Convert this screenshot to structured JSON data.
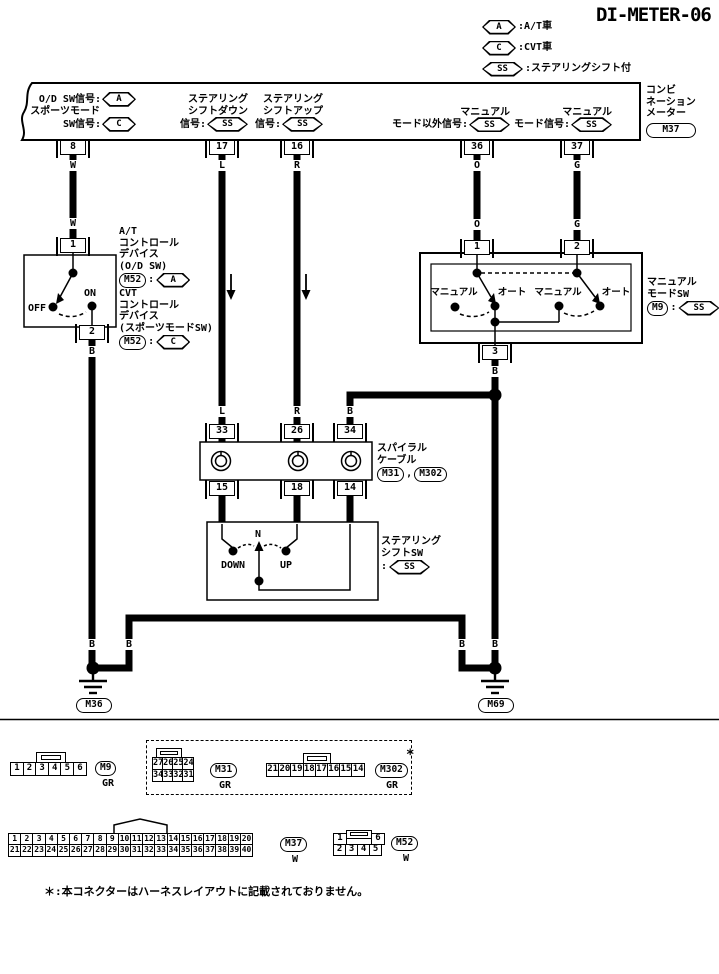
{
  "title": "DI-METER-06",
  "legend": {
    "items": [
      {
        "code": "A",
        "label": ":A/T車"
      },
      {
        "code": "C",
        "label": ":CVT車"
      },
      {
        "code": "SS",
        "label": ":ステアリングシフト付"
      }
    ]
  },
  "meter": {
    "name_lines": [
      "コンビ",
      "ネーション",
      "メーター"
    ],
    "connector_id": "M37",
    "sig1": {
      "l1": "O/D SW信号:",
      "code1": "A",
      "l2": "スポーツモード",
      "l3": "SW信号:",
      "code2": "C",
      "pin": "8"
    },
    "sig2": {
      "l1": "ステアリング",
      "l2": "シフトダウン",
      "l3": "信号:",
      "code": "SS",
      "pin": "17"
    },
    "sig3": {
      "l1": "ステアリング",
      "l2": "シフトアップ",
      "l3": "信号:",
      "code": "SS",
      "pin": "16"
    },
    "sig4": {
      "l1": "マニュアル",
      "l2": "モード以外信号:",
      "code": "SS",
      "pin": "36"
    },
    "sig5": {
      "l1": "マニュアル",
      "l2": "モード信号:",
      "code": "SS",
      "pin": "37"
    }
  },
  "wires": {
    "w": "W",
    "l": "L",
    "r": "R",
    "o": "O",
    "g": "G",
    "b": "B"
  },
  "at_device": {
    "pin_in": "1",
    "pin_out": "2",
    "off": "OFF",
    "on": "ON",
    "block1": {
      "l1": "A/T",
      "l2": "コントロール",
      "l3": "デバイス",
      "l4": "(O/D SW)",
      "connector_id": "M52",
      "sep": ":",
      "code": "A"
    },
    "block2": {
      "l1": "CVT",
      "l2": "コントロール",
      "l3": "デバイス",
      "l4": "(スポーツモードSW)",
      "connector_id": "M52",
      "sep": ":",
      "code": "C"
    }
  },
  "manual_mode_sw": {
    "pin1": "1",
    "pin2": "2",
    "pin3": "3",
    "pos1": "マニュアル",
    "pos2": "オート",
    "pos3": "マニュアル",
    "pos4": "オート",
    "name_l1": "マニュアル",
    "name_l2": "モードSW",
    "connector_id": "M9",
    "sep": ":",
    "code": "SS"
  },
  "spiral_cable": {
    "name_l1": "スパイラル",
    "name_l2": "ケーブル",
    "connector_id1": "M31",
    "sep": ",",
    "connector_id2": "M302",
    "pin_t1": "33",
    "pin_t2": "26",
    "pin_t3": "34",
    "pin_b1": "15",
    "pin_b2": "18",
    "pin_b3": "14"
  },
  "steering_shift_sw": {
    "name_l1": "ステアリング",
    "name_l2": "シフトSW",
    "sep": ":",
    "code": "SS",
    "down": "DOWN",
    "n": "N",
    "up": "UP"
  },
  "grounds": {
    "left": "M36",
    "right": "M69"
  },
  "connector_views": {
    "m9": {
      "id": "M9",
      "color": "GR",
      "rows": [
        [
          "1",
          "2",
          "3",
          "4",
          "5",
          "6"
        ]
      ]
    },
    "m31": {
      "id": "M31",
      "color": "GR",
      "rows": [
        [
          "27",
          "26",
          "25",
          "24"
        ],
        [
          "34",
          "33",
          "32",
          "31"
        ]
      ]
    },
    "m302": {
      "id": "M302",
      "color": "GR",
      "note": "*",
      "rows": [
        [
          "21",
          "20",
          "19",
          "18",
          "17",
          "16",
          "15",
          "14"
        ]
      ]
    },
    "m37": {
      "id": "M37",
      "color": "W",
      "rows": [
        [
          "1",
          "2",
          "3",
          "4",
          "5",
          "6",
          "7",
          "8",
          "9",
          "10",
          "11",
          "12",
          "13",
          "14",
          "15",
          "16",
          "17",
          "18",
          "19",
          "20"
        ],
        [
          "21",
          "22",
          "23",
          "24",
          "25",
          "26",
          "27",
          "28",
          "29",
          "30",
          "31",
          "32",
          "33",
          "34",
          "35",
          "36",
          "37",
          "38",
          "39",
          "40"
        ]
      ]
    },
    "m52": {
      "id": "M52",
      "color": "W",
      "top_left": "1",
      "top_right": "6",
      "rows": [
        [
          "2",
          "3",
          "4",
          "5"
        ]
      ]
    }
  },
  "footnote": "＊:本コネクターはハーネスレイアウトに記載されておりません。"
}
